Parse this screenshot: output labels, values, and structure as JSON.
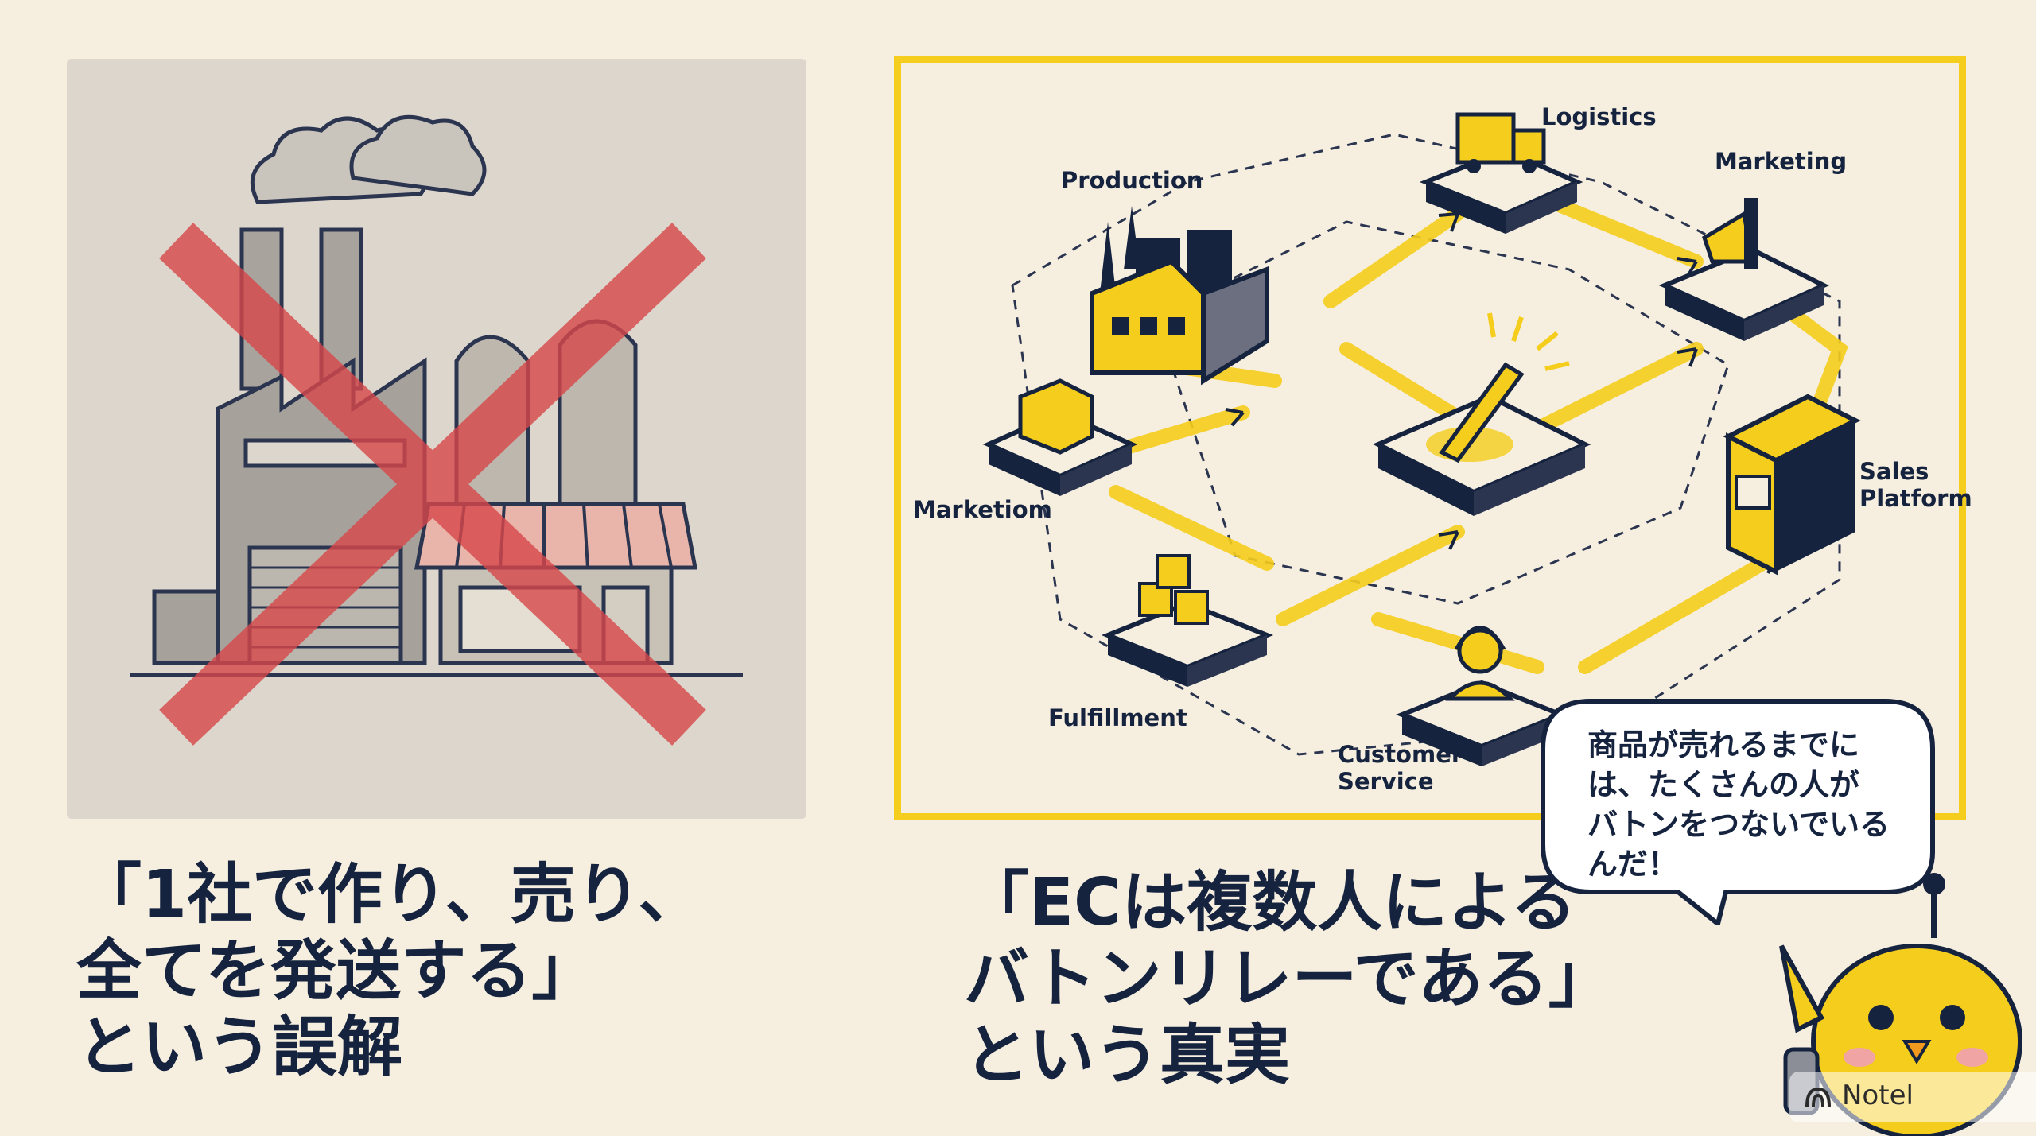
{
  "left": {
    "caption": [
      "「1社で作り、売り、",
      "全てを発送する」",
      "という誤解"
    ]
  },
  "right": {
    "caption": [
      "「ECは複数人による",
      "バトンリレーである」",
      "という真実"
    ],
    "nodes": {
      "production": "Production",
      "logistics": "Logistics",
      "marketing": "Marketing",
      "sales_platform": [
        "Sales",
        "Platform"
      ],
      "marketiom": "Marketiom",
      "fulfillment": "Fulfillment",
      "customer_service": [
        "Customer",
        "Service"
      ]
    }
  },
  "bubble": {
    "lines": [
      "商品が売れるまでに",
      "は、たくさんの人が",
      "バトンをつないでいる",
      "んだ！"
    ]
  },
  "watermark": {
    "text": "Notel",
    "icon": "notebook-icon"
  },
  "colors": {
    "accent_yellow": "#f5cd1c",
    "navy": "#15233f",
    "cross_red": "#d8474a",
    "background": "#f6efe0"
  }
}
